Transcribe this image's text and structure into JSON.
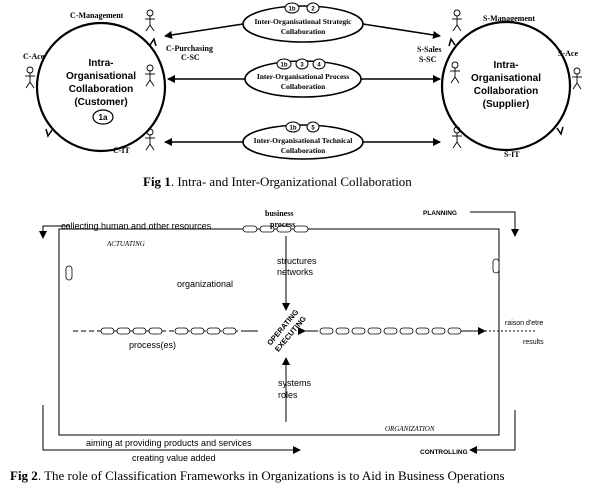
{
  "fig1": {
    "customer_circle": {
      "line1": "Intra-",
      "line2": "Organisational",
      "line3": "Collaboration",
      "line4": "(Customer)",
      "badge": "1a"
    },
    "supplier_circle": {
      "line1": "Intra-",
      "line2": "Organisational",
      "line3": "Collaboration",
      "line4": "(Supplier)"
    },
    "actors_left": {
      "management": "C-Management",
      "ace": "C-Ace",
      "purchasing_1": "C-Purchasing",
      "purchasing_2": "C-SC",
      "it": "C-IT"
    },
    "actors_right": {
      "management": "S-Management",
      "ace": "S-Ace",
      "sales_1": "S-Sales",
      "sales_2": "S-SC",
      "it": "S-IT"
    },
    "strategic": {
      "badges": [
        "1b",
        "2"
      ],
      "line1": "Inter-Organisational Strategic",
      "line2": "Collaboration"
    },
    "process": {
      "badges": [
        "1b",
        "3",
        "4"
      ],
      "line1": "Inter-Organisational Process",
      "line2": "Collaboration"
    },
    "technical": {
      "badges": [
        "1b",
        "5"
      ],
      "line1": "Inter-Organisational Technical",
      "line2": "Collaboration"
    },
    "caption_label": "Fig 1",
    "caption_text": ". Intra- and Inter-Organizational Collaboration"
  },
  "fig2": {
    "collecting": "collecting human and other resources",
    "business_1": "business",
    "business_2": "process",
    "planning": "PLANNING",
    "actuating": "ACTUATING",
    "structures": "structures",
    "networks": "networks",
    "organizational": "organizational",
    "raison": "raison d'etre",
    "results": "results",
    "processes": "process(es)",
    "operating": "OPERATING",
    "executing": "EXECUTING",
    "systems": "systems",
    "roles": "roles",
    "organization": "ORGANIZATION",
    "aiming": "aiming at providing products and services",
    "creating": "creating value added",
    "controlling": "CONTROLLING",
    "caption_label": "Fig 2",
    "caption_text": ". The role of Classification Frameworks in Organizations is to Aid in Business Operations"
  }
}
